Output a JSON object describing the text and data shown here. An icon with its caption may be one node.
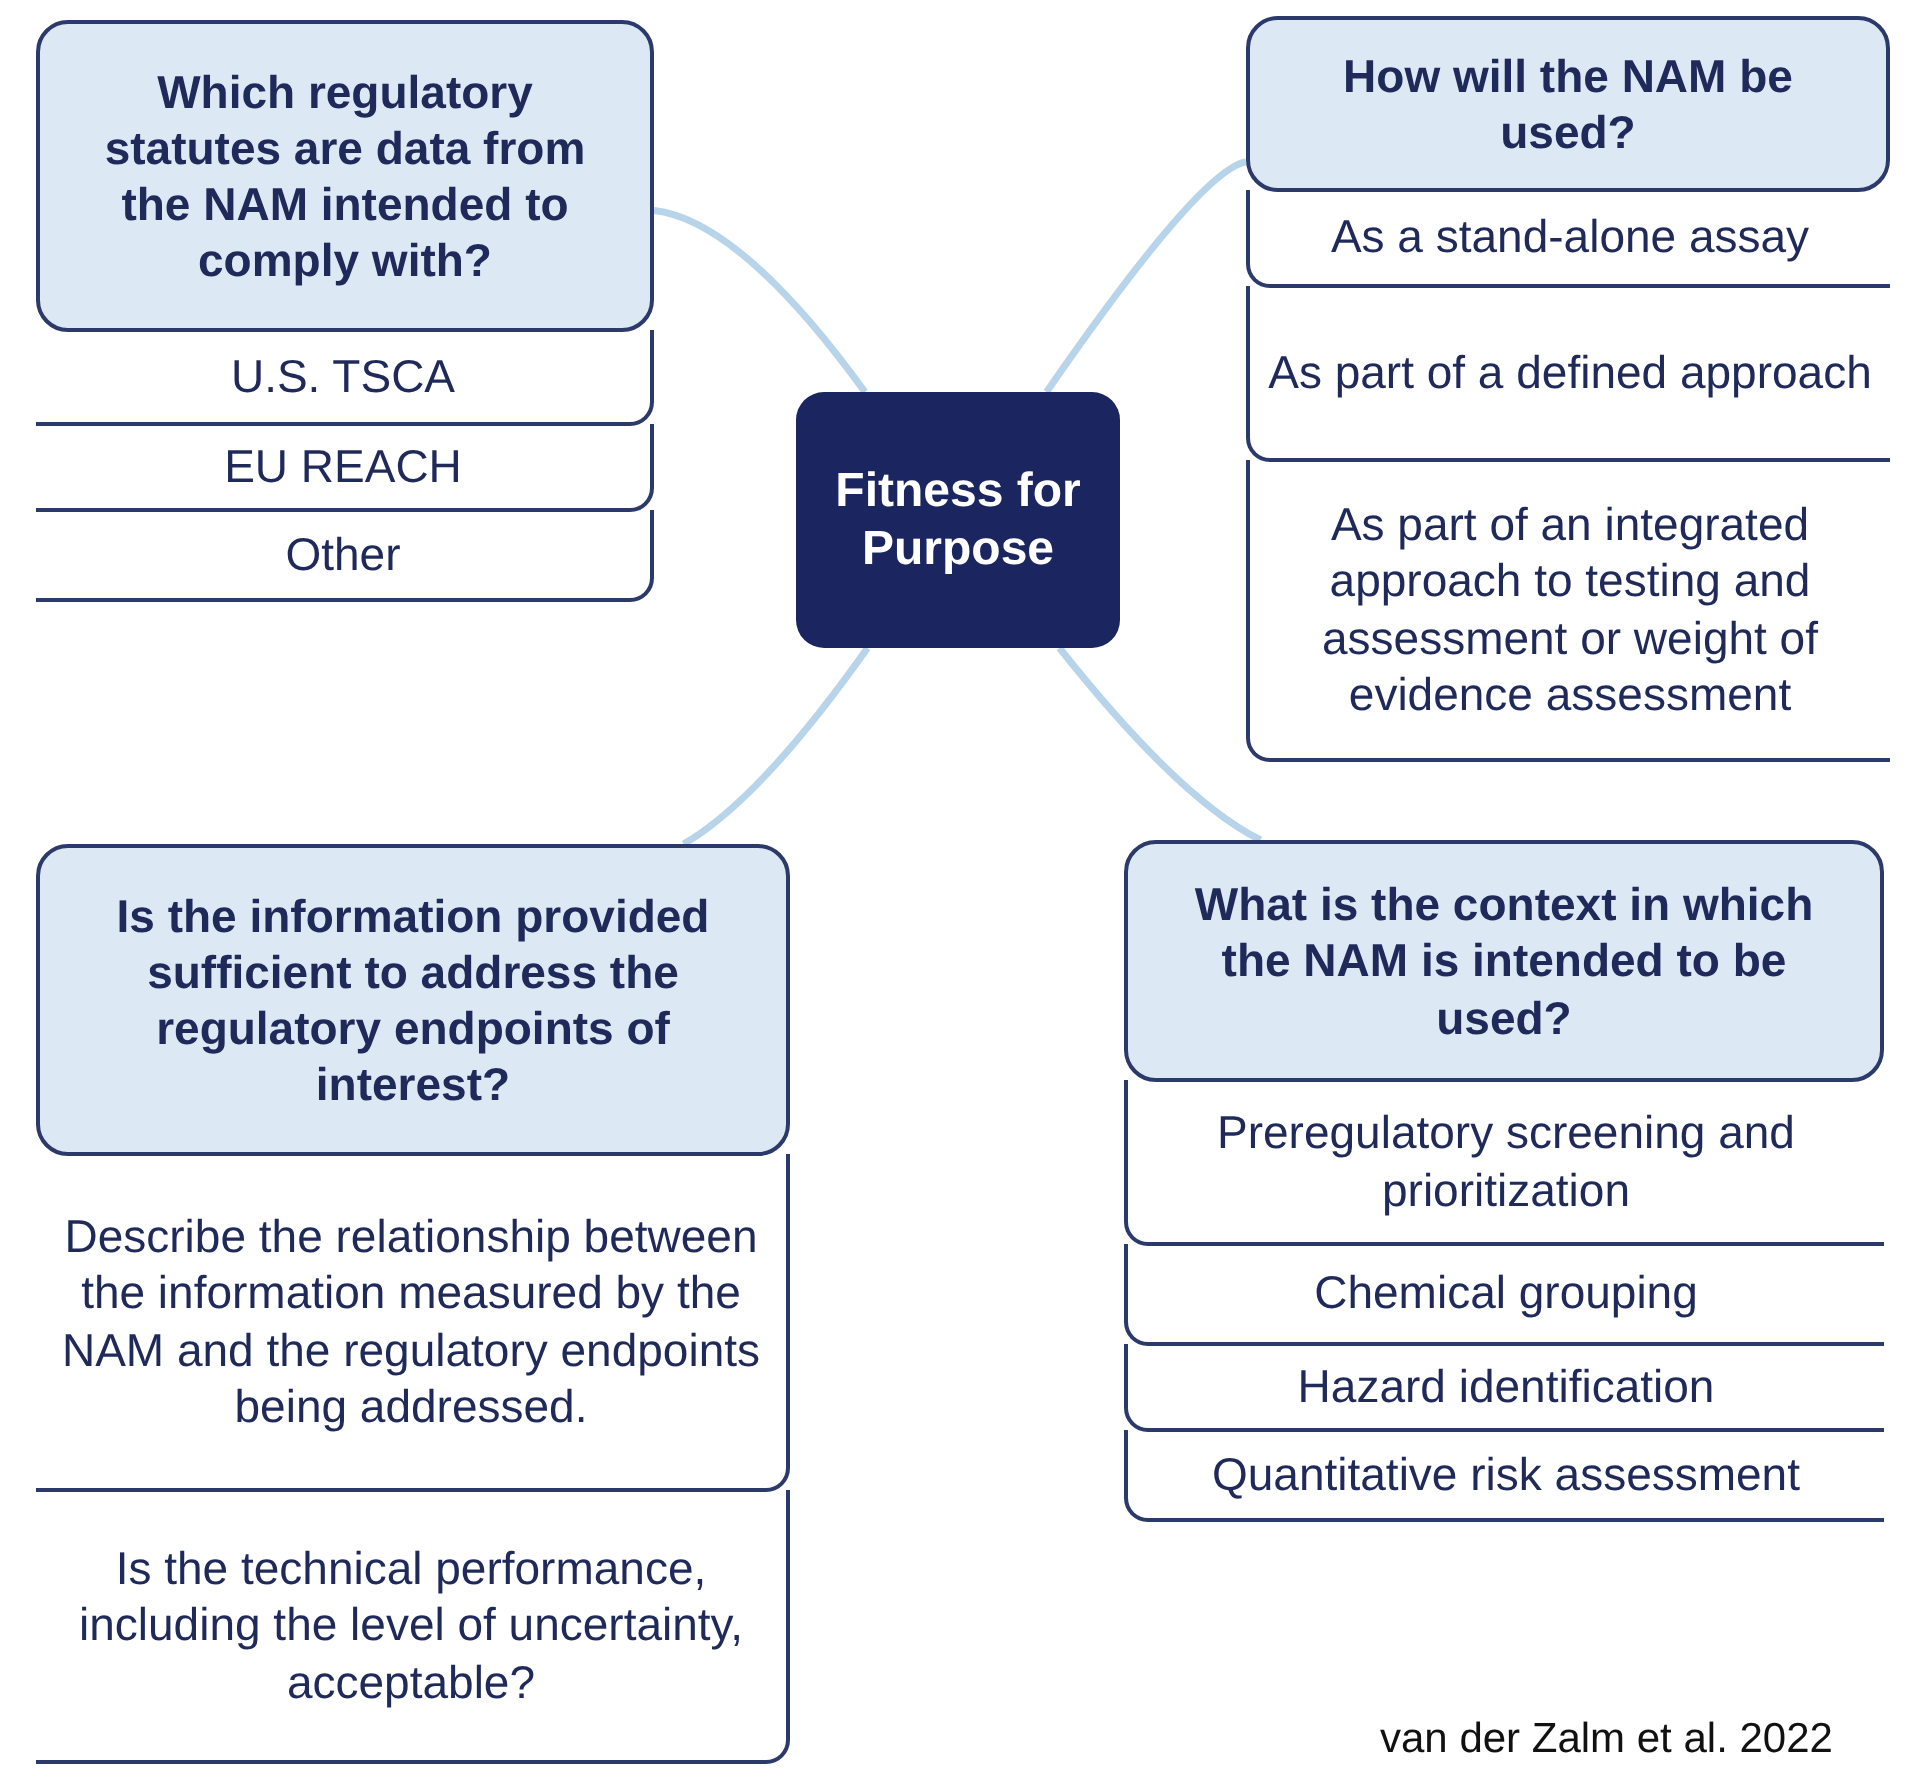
{
  "diagram": {
    "caption": "van der Zalm et al. 2022",
    "nodes": [
      {
        "text": [
          "Fitness for Purpose"
        ]
      },
      {
        "text": [
          "Which regulatory statutes are data from the NAM intended to comply with?"
        ]
      },
      {
        "text": [
          "U.S. TSCA"
        ]
      },
      {
        "text": [
          "EU REACH"
        ]
      },
      {
        "text": [
          "Other"
        ]
      },
      {
        "text": [
          "How will the NAM be used?"
        ]
      },
      {
        "text": [
          "As a stand-alone assay"
        ]
      },
      {
        "text": [
          "As part of a defined approach"
        ]
      },
      {
        "text": [
          "As part of an integrated approach to testing and assessment or weight of evidence assessment"
        ]
      },
      {
        "text": [
          "Is the information provided sufficient to address the regulatory endpoints of interest?"
        ]
      },
      {
        "text": [
          "Describe the relationship between the information measured by the NAM and the regulatory endpoints being addressed."
        ]
      },
      {
        "text": [
          "Is the technical performance, including the level of uncertainty, acceptable?"
        ]
      },
      {
        "text": [
          "What is the context in which the NAM is intended to be used?"
        ]
      },
      {
        "text": [
          "Preregulatory screening and prioritization"
        ]
      },
      {
        "text": [
          "Chemical grouping"
        ]
      },
      {
        "text": [
          "Hazard identification"
        ]
      },
      {
        "text": [
          "Quantitative risk assessment"
        ]
      }
    ],
    "edges": [
      {
        "from": 0,
        "to": 1,
        "arrow": "none"
      },
      {
        "from": 0,
        "to": 5,
        "arrow": "none"
      },
      {
        "from": 0,
        "to": 9,
        "arrow": "none"
      },
      {
        "from": 0,
        "to": 12,
        "arrow": "none"
      }
    ]
  }
}
